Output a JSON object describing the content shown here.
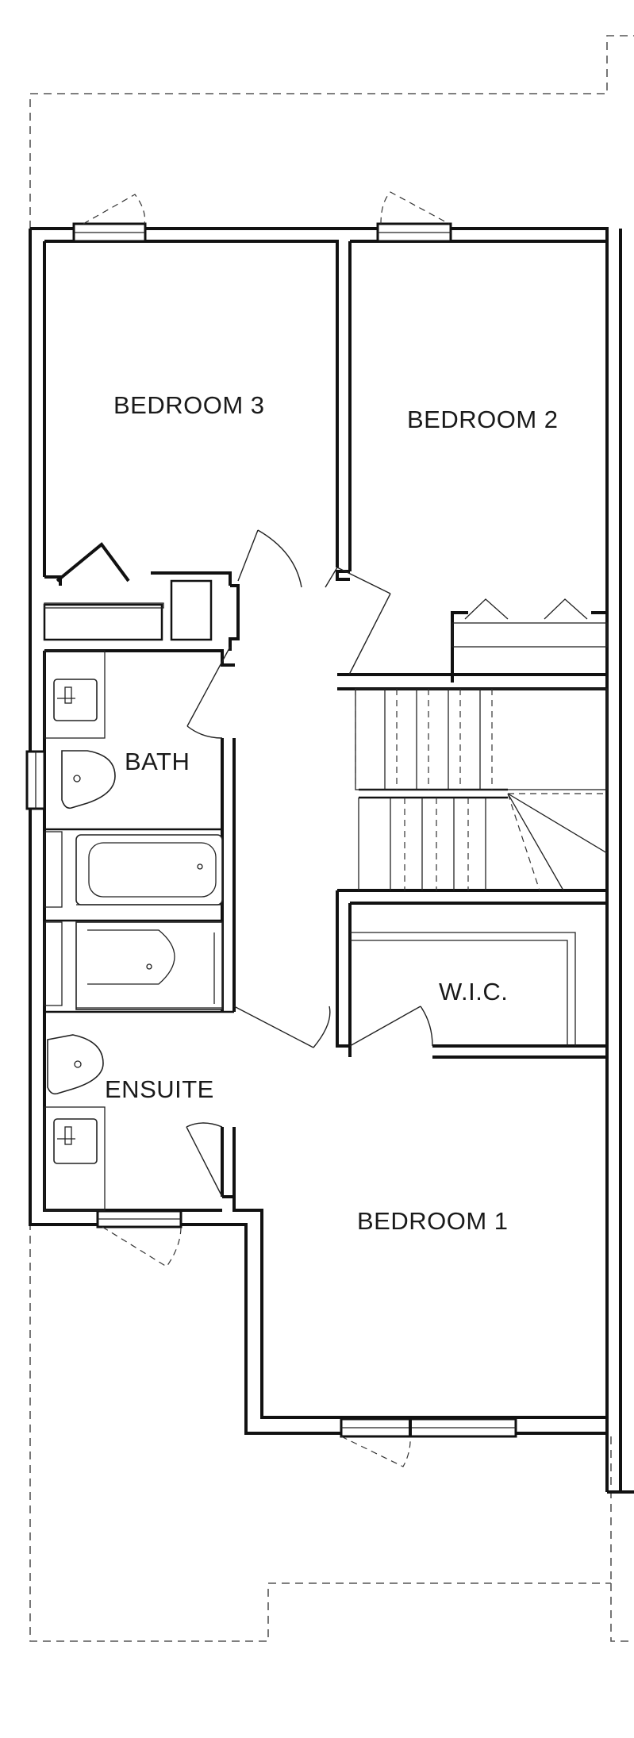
{
  "plan": {
    "rooms": [
      {
        "id": "bedroom3",
        "label": "BEDROOM 3"
      },
      {
        "id": "bedroom2",
        "label": "BEDROOM 2"
      },
      {
        "id": "bath",
        "label": "BATH"
      },
      {
        "id": "wic",
        "label": "W.I.C."
      },
      {
        "id": "ensuite",
        "label": "ENSUITE"
      },
      {
        "id": "bedroom1",
        "label": "BEDROOM 1"
      }
    ]
  }
}
